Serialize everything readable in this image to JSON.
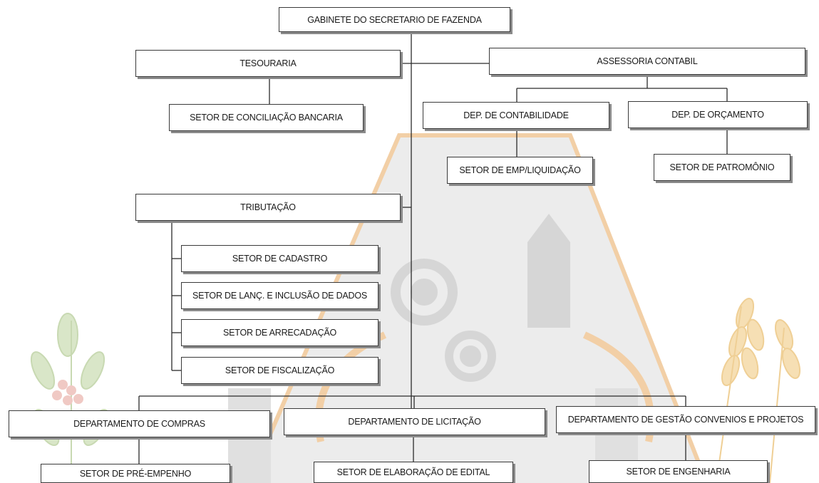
{
  "chart": {
    "nodes": [
      {
        "id": "gabinete",
        "label": "GABINETE DO SECRETARIO DE FAZENDA"
      },
      {
        "id": "tesouraria",
        "label": "TESOURARIA"
      },
      {
        "id": "assessoria",
        "label": "ASSESSORIA CONTABIL"
      },
      {
        "id": "conciliacao",
        "label": "SETOR DE CONCILIAÇÃO BANCARIA"
      },
      {
        "id": "contabilidade",
        "label": "DEP. DE CONTABILIDADE"
      },
      {
        "id": "orcamento",
        "label": "DEP. DE ORÇAMENTO"
      },
      {
        "id": "emp_liquidacao",
        "label": "SETOR DE EMP/LIQUIDAÇÃO"
      },
      {
        "id": "patrimonio",
        "label": "SETOR DE PATROMÔNIO"
      },
      {
        "id": "tributacao",
        "label": "TRIBUTAÇÃO"
      },
      {
        "id": "cadastro",
        "label": "SETOR DE CADASTRO"
      },
      {
        "id": "lancamento",
        "label": "SETOR DE LANÇ. E INCLUSÃO DE DADOS"
      },
      {
        "id": "arrecadacao",
        "label": "SETOR DE ARRECADAÇÃO"
      },
      {
        "id": "fiscalizacao",
        "label": "SETOR DE FISCALIZAÇÃO"
      },
      {
        "id": "compras",
        "label": "DEPARTAMENTO DE COMPRAS"
      },
      {
        "id": "licitacao",
        "label": "DEPARTAMENTO DE LICITAÇÃO"
      },
      {
        "id": "convenios",
        "label": "DEPARTAMENTO DE GESTÃO CONVENIOS E PROJETOS"
      },
      {
        "id": "pre_empenho",
        "label": "SETOR DE PRÉ-EMPENHO"
      },
      {
        "id": "edital",
        "label": "SETOR DE ELABORAÇÃO DE EDITAL"
      },
      {
        "id": "engenharia",
        "label": "SETOR DE ENGENHARIA"
      }
    ],
    "edges": [
      [
        "gabinete",
        "tesouraria"
      ],
      [
        "gabinete",
        "assessoria"
      ],
      [
        "gabinete",
        "tributacao"
      ],
      [
        "gabinete",
        "compras"
      ],
      [
        "gabinete",
        "licitacao"
      ],
      [
        "gabinete",
        "convenios"
      ],
      [
        "tesouraria",
        "conciliacao"
      ],
      [
        "assessoria",
        "contabilidade"
      ],
      [
        "assessoria",
        "orcamento"
      ],
      [
        "contabilidade",
        "emp_liquidacao"
      ],
      [
        "orcamento",
        "patrimonio"
      ],
      [
        "tributacao",
        "cadastro"
      ],
      [
        "tributacao",
        "lancamento"
      ],
      [
        "tributacao",
        "arrecadacao"
      ],
      [
        "tributacao",
        "fiscalizacao"
      ],
      [
        "compras",
        "pre_empenho"
      ],
      [
        "licitacao",
        "edital"
      ],
      [
        "convenios",
        "engenharia"
      ]
    ]
  },
  "colors": {
    "box_border": "#3a3a3a",
    "box_shadow": "#8a8a8a",
    "connector": "#2b2b2b",
    "watermark_gray": "#dcdcdc",
    "watermark_orange": "#f2cfa6",
    "watermark_green": "#d9e6c8"
  }
}
